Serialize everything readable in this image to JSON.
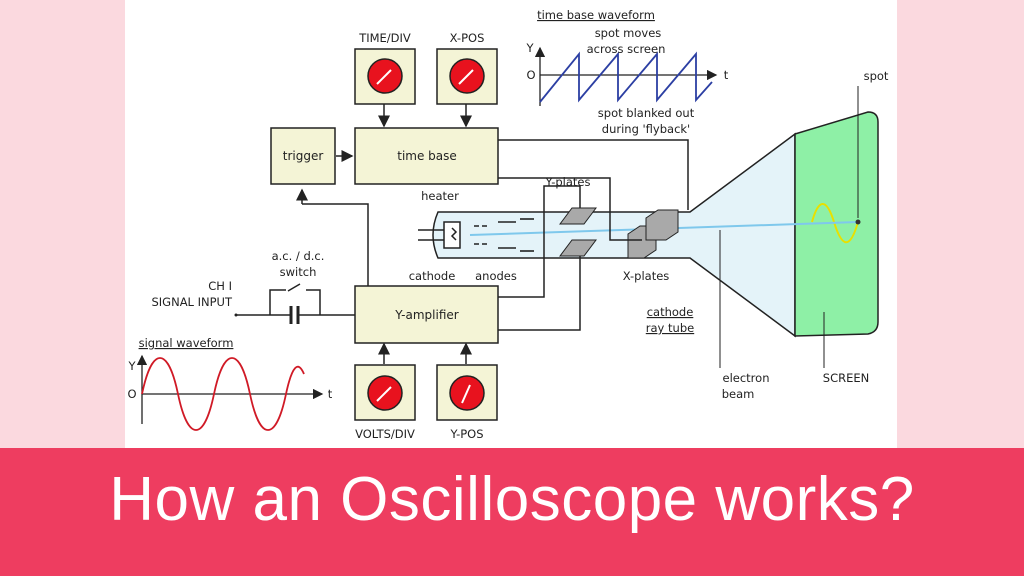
{
  "slide": {
    "title": "How an Oscilloscope works?",
    "colors": {
      "background": "#fbd9df",
      "banner": "#ee3d60",
      "screen": "#8ef0a6",
      "knob": "#e8121e",
      "signal_wave": "#d01a26",
      "sawtooth": "#2c3fa3",
      "beam": "#7fc8ec",
      "spot_wave": "#e8e000"
    }
  },
  "diagram": {
    "blocks": {
      "trigger": "trigger",
      "time_base": "time base",
      "y_amplifier": "Y-amplifier"
    },
    "knobs": {
      "time_div": "TIME/DIV",
      "x_pos": "X-POS",
      "volts_div": "VOLTS/DIV",
      "y_pos": "Y-POS"
    },
    "labels": {
      "heater": "heater",
      "cathode": "cathode",
      "anodes": "anodes",
      "y_plates": "Y-plates",
      "x_plates": "X-plates",
      "spot": "spot",
      "electron_beam_1": "electron",
      "electron_beam_2": "beam",
      "screen": "SCREEN",
      "crt_1": "cathode",
      "crt_2": "ray tube",
      "switch_1": "a.c. / d.c.",
      "switch_2": "switch",
      "input_1": "CH I",
      "input_2": "SIGNAL INPUT"
    },
    "time_base_waveform": {
      "title": "time base waveform",
      "note_top_1": "spot moves",
      "note_top_2": "across screen",
      "note_bottom_1": "spot blanked out",
      "note_bottom_2": "during 'flyback'",
      "y_axis": "Y",
      "origin": "O",
      "x_axis": "t"
    },
    "signal_waveform": {
      "title": "signal waveform",
      "y_axis": "Y",
      "origin": "O",
      "x_axis": "t"
    }
  }
}
